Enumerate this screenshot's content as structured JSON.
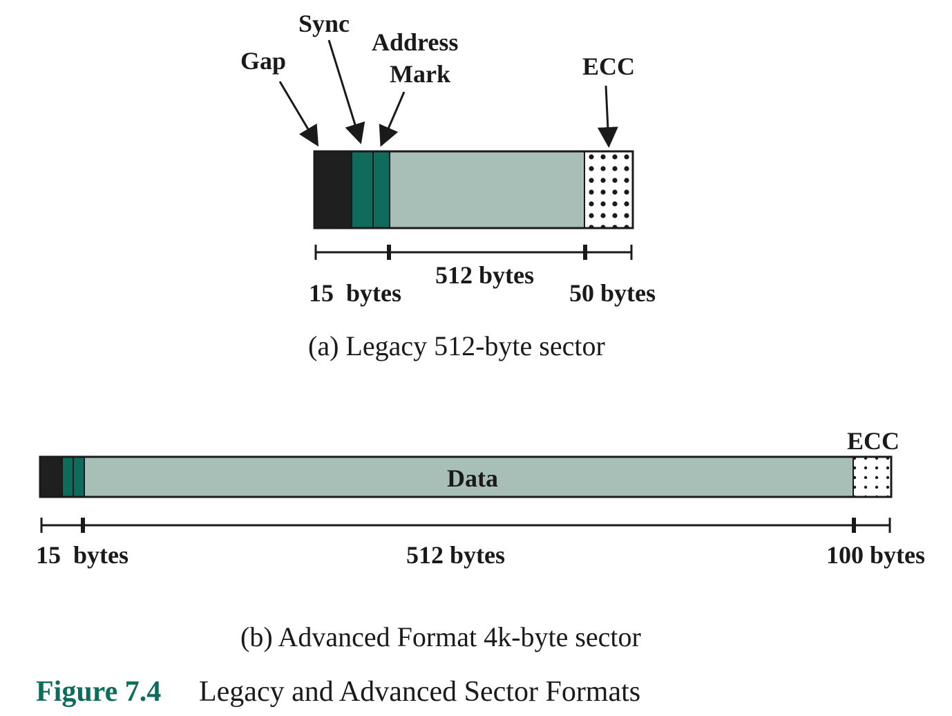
{
  "legacy": {
    "labels": {
      "gap": "Gap",
      "sync": "Sync",
      "address_mark_line1": "Address",
      "address_mark_line2": "Mark",
      "ecc": "ECC"
    },
    "dims": {
      "header": "15  bytes",
      "data": "512 bytes",
      "ecc": "50 bytes"
    },
    "caption": "(a) Legacy 512-byte sector"
  },
  "advanced": {
    "labels": {
      "ecc": "ECC",
      "data": "Data"
    },
    "dims": {
      "header": "15  bytes",
      "data": "512 bytes",
      "ecc": "100 bytes"
    },
    "caption": "(b) Advanced Format 4k-byte sector"
  },
  "figure": {
    "number": "Figure 7.4",
    "title": "Legacy and Advanced Sector Formats"
  },
  "colors": {
    "gap": "#1f1f1f",
    "sync_mark": "#0f6b5b",
    "data": "#a8bfb7",
    "ecc_bg": "#ffffff",
    "ink": "#1a1a1a",
    "figure_number": "#0f6b5b"
  }
}
